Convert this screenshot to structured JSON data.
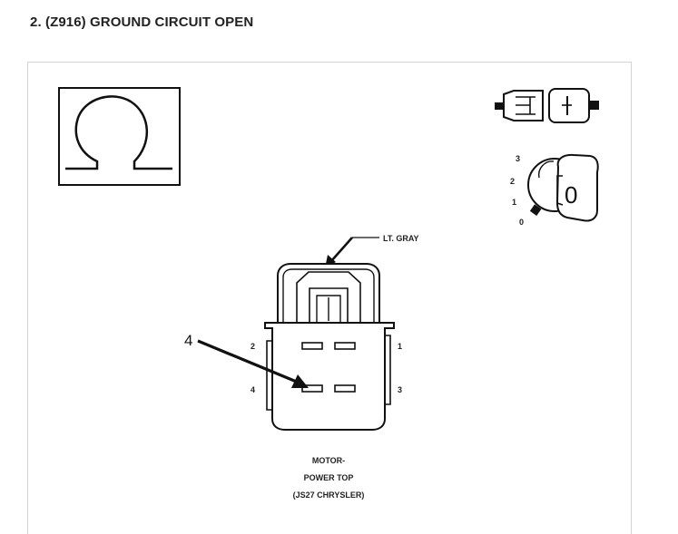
{
  "heading": "2. (Z916) GROUND CIRCUIT OPEN",
  "diagram": {
    "wire_label": "LT. GRAY",
    "callout": "4",
    "pin_labels": {
      "p1": "1",
      "p2": "2",
      "p3": "3",
      "p4": "4"
    },
    "switch_positions": [
      "3",
      "2",
      "1",
      "0"
    ],
    "key_label": "0",
    "caption_lines": [
      "MOTOR-",
      "POWER TOP",
      "(JS27 CHRYSLER)"
    ],
    "icons": [
      "ohmmeter-icon",
      "disconnect-connector-icon",
      "ignition-off-icon"
    ]
  }
}
